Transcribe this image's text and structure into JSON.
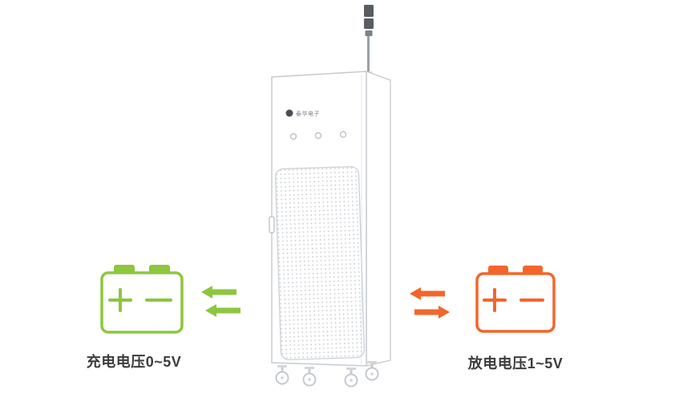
{
  "page": {
    "background": "#ffffff"
  },
  "cabinet": {
    "logo_text": "泰华电子",
    "indicator_light_count": 3,
    "outline_color": "#c7cbcf",
    "tower_color": "#595d61",
    "grille_dot_color": "#c9cdd1"
  },
  "charge_side": {
    "label": "充电电压0~5V",
    "color": "#8dc63f",
    "arrow_directions": [
      "left",
      "left"
    ]
  },
  "discharge_side": {
    "label": "放电电压1~5V",
    "color": "#f2662b",
    "arrow_directions": [
      "left",
      "right"
    ]
  },
  "label_text_color": "#3c3c3c"
}
